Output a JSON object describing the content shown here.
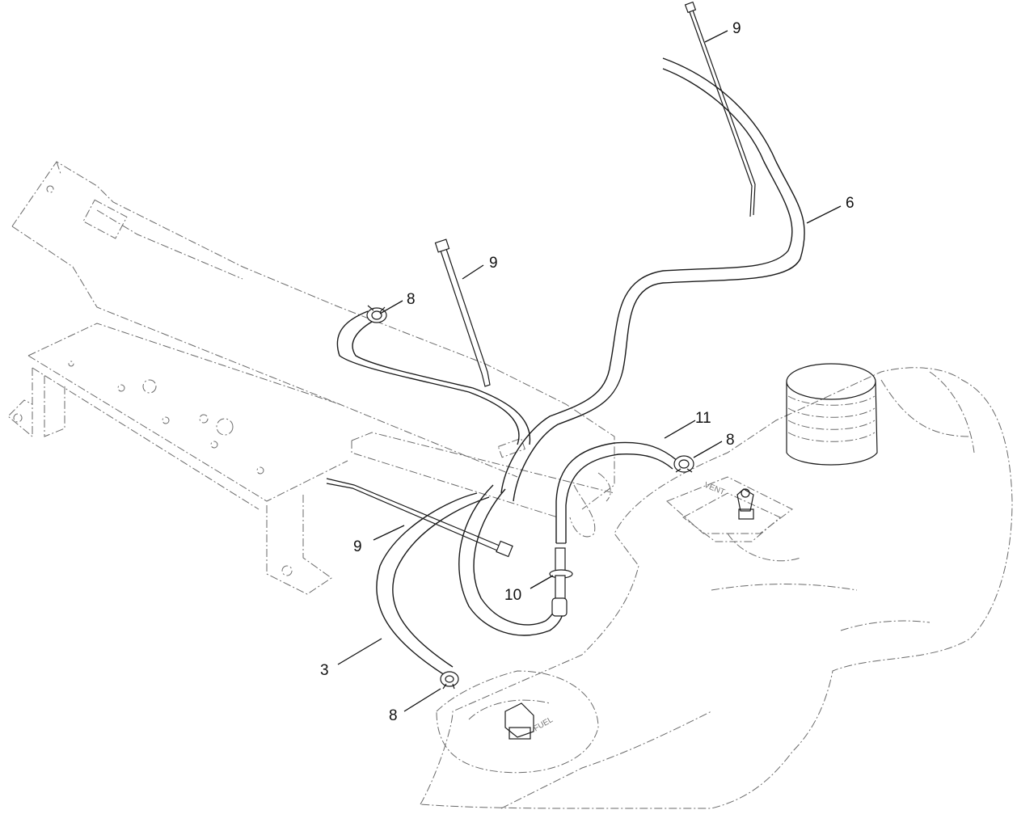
{
  "callouts": [
    {
      "id": "c1",
      "label": "9"
    },
    {
      "id": "c2",
      "label": "6"
    },
    {
      "id": "c3",
      "label": "9"
    },
    {
      "id": "c4",
      "label": "8"
    },
    {
      "id": "c5",
      "label": "11"
    },
    {
      "id": "c6",
      "label": "8"
    },
    {
      "id": "c7",
      "label": "9"
    },
    {
      "id": "c8",
      "label": "10"
    },
    {
      "id": "c9",
      "label": "3"
    },
    {
      "id": "c10",
      "label": "8"
    }
  ],
  "tank_marks": {
    "left_emboss": "VENT",
    "right_emboss": "FUEL"
  }
}
